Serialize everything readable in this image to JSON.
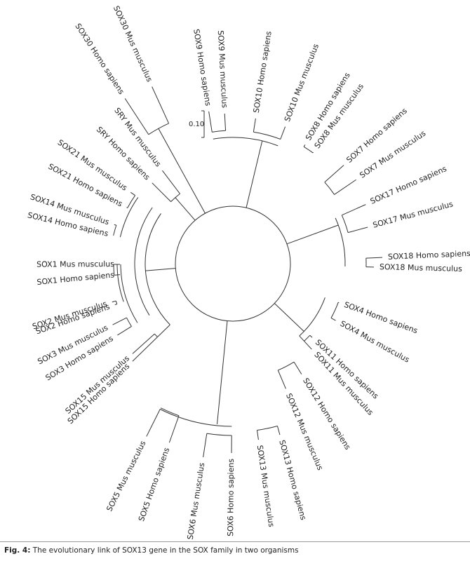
{
  "figure": {
    "caption_prefix": "Fig. 4:",
    "caption_text": " The evolutionary link of SOX13 gene in the SOX family in two organisms",
    "scale_bar_label": "0.10",
    "line_color": "#333333"
  },
  "tree": {
    "leaves": [
      "SOX9 Homo sapiens",
      "SOX9 Mus musculus",
      "SOX10 Homo sapiens",
      "SOX10 Mus musculus",
      "SOX8 Homo sapiens",
      "SOX8 Mus musculus",
      "SOX7 Homo sapiens",
      "SOX7 Mus musculus",
      "SOX17 Homo sapiens",
      "SOX17 Mus musculus",
      "SOX18 Homo sapiens",
      "SOX18 Mus musculus",
      "SOX4 Homo sapiens",
      "SOX4 Mus musculus",
      "SOX11 Homo sapiens",
      "SOX11 Mus musculus",
      "SOX12 Homo sapiens",
      "SOX12 Mus musculus",
      "SOX13 Homo sapiens",
      "SOX13 Mus musculus",
      "SOX6 Homo sapiens",
      "SOX6 Mus musculus",
      "SOX5 Homo sapiens",
      "SOX5 Mus musculus",
      "SOX15 Homo sapiens",
      "SOX15 Mus musculus",
      "SOX3 Homo sapiens",
      "SOX3 Mus musculus",
      "SOX2 Homo sapiens",
      "SOX2 Mus musculus",
      "SOX1 Homo sapiens",
      "SOX1 Mus musculus",
      "SOX14 Homo sapiens",
      "SOX14 Mus musculus",
      "SOX21 Homo sapiens",
      "SOX21 Mus musculus",
      "SRY Homo sapiens",
      "SRY Mus musculus",
      "SOX30 Homo sapiens",
      "SOX30 Mus musculus"
    ]
  }
}
